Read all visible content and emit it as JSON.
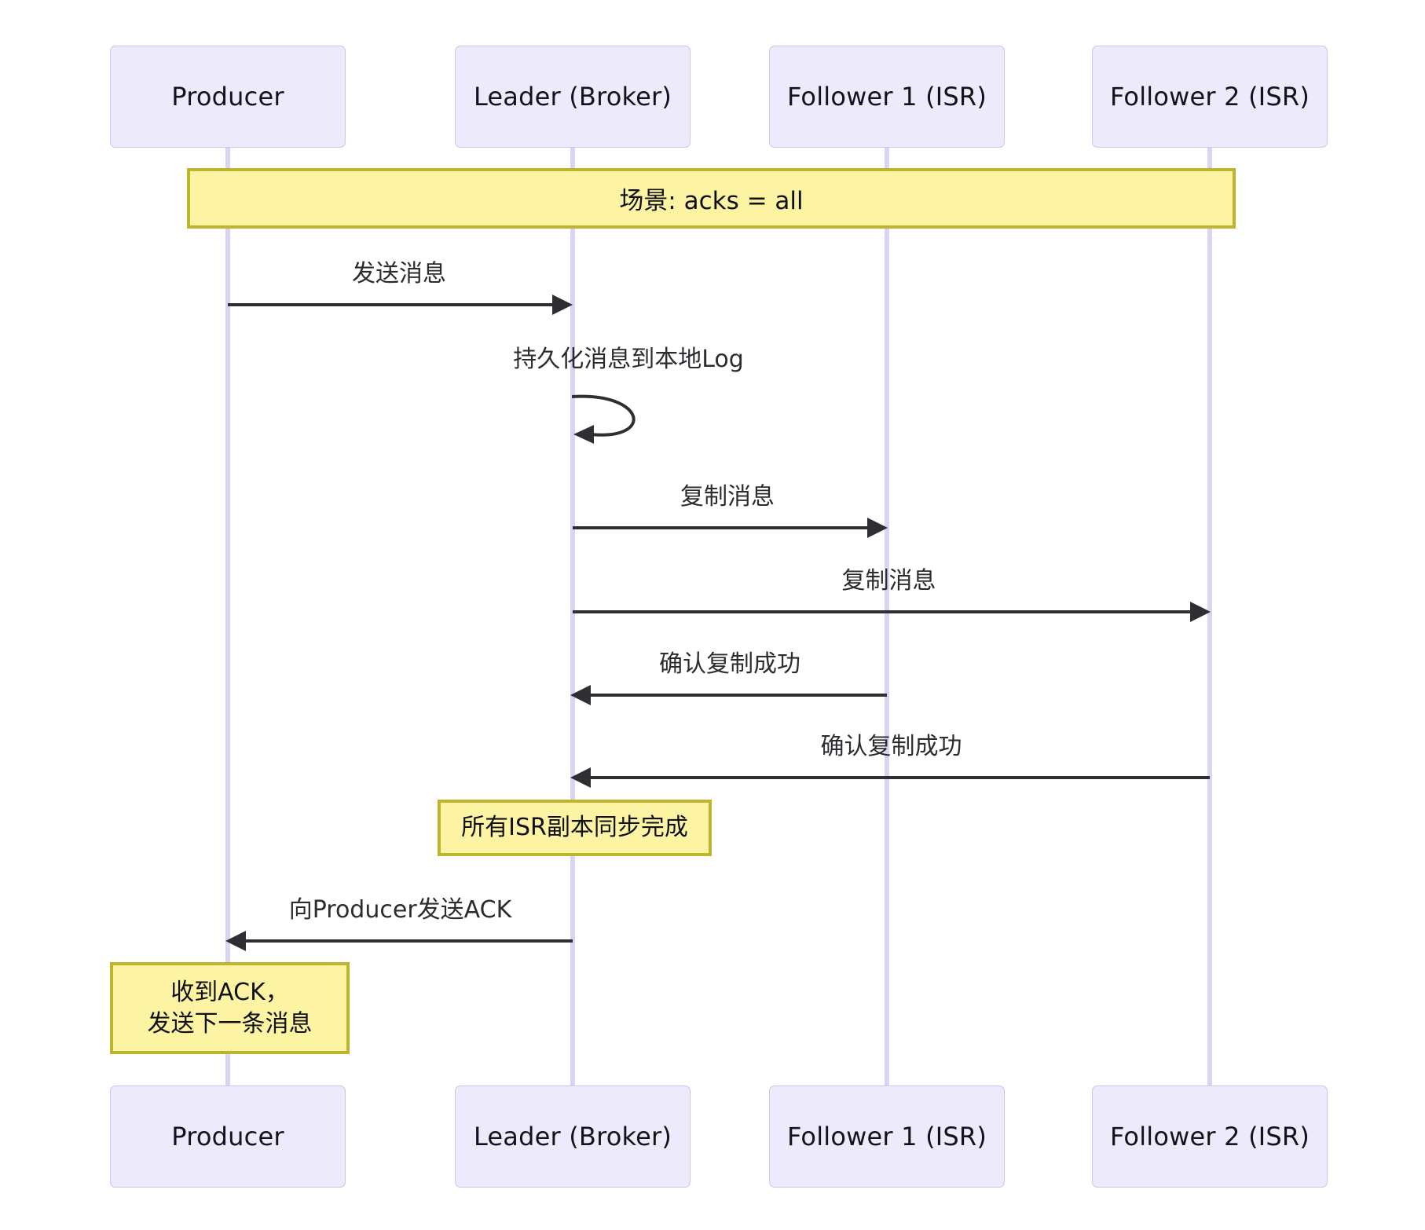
{
  "diagram": {
    "type": "sequence-diagram",
    "title_banner": "场景: acks = all",
    "colors": {
      "actor_fill": "#ECEAFB",
      "actor_border": "#CDC5EE",
      "lifeline": "#DAD3F2",
      "note_fill": "#FCF3A3",
      "note_border": "#BEB42E",
      "arrow": "#2f2f33"
    }
  },
  "participants": [
    {
      "id": "producer",
      "label": "Producer"
    },
    {
      "id": "leader",
      "label": "Leader (Broker)"
    },
    {
      "id": "follower1",
      "label": "Follower 1 (ISR)"
    },
    {
      "id": "follower2",
      "label": "Follower 2 (ISR)"
    }
  ],
  "participants_bottom": [
    {
      "id": "producer",
      "label": "Producer"
    },
    {
      "id": "leader",
      "label": "Leader (Broker)"
    },
    {
      "id": "follower1",
      "label": "Follower 1 (ISR)"
    },
    {
      "id": "follower2",
      "label": "Follower 2 (ISR)"
    }
  ],
  "messages": [
    {
      "id": "m1",
      "label": "发送消息",
      "from": "producer",
      "to": "leader",
      "direction": "right"
    },
    {
      "id": "m2",
      "label": "持久化消息到本地Log",
      "from": "leader",
      "to": "leader",
      "direction": "self"
    },
    {
      "id": "m3",
      "label": "复制消息",
      "from": "leader",
      "to": "follower1",
      "direction": "right"
    },
    {
      "id": "m4",
      "label": "复制消息",
      "from": "leader",
      "to": "follower2",
      "direction": "right"
    },
    {
      "id": "m5",
      "label": "确认复制成功",
      "from": "follower1",
      "to": "leader",
      "direction": "left"
    },
    {
      "id": "m6",
      "label": "确认复制成功",
      "from": "follower2",
      "to": "leader",
      "direction": "left"
    },
    {
      "id": "m7",
      "label": "向Producer发送ACK",
      "from": "leader",
      "to": "producer",
      "direction": "left"
    }
  ],
  "notes": [
    {
      "id": "n1",
      "over": "leader",
      "text": "所有ISR副本同步完成"
    },
    {
      "id": "n2",
      "over": "producer",
      "text": "收到ACK，\n发送下一条消息"
    }
  ]
}
